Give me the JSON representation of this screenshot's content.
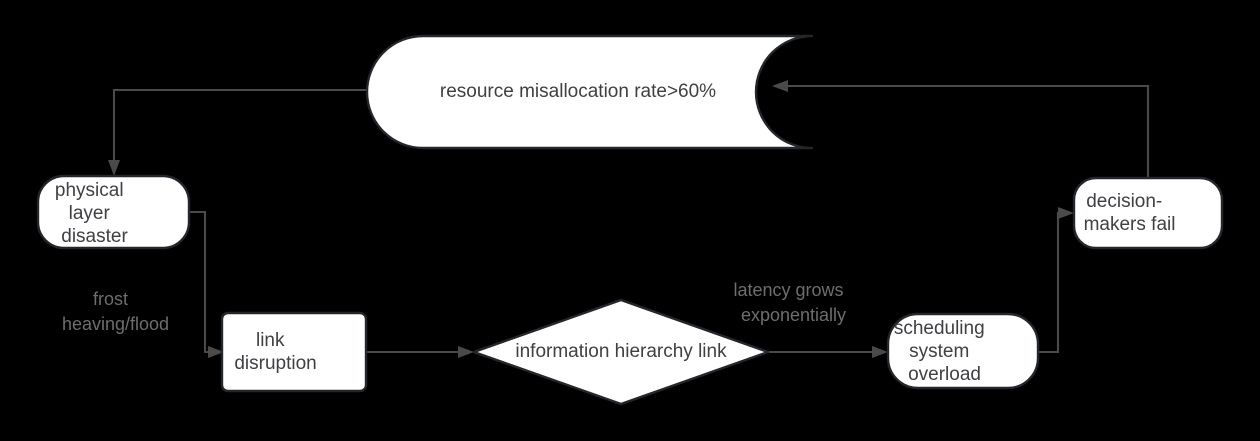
{
  "diagram": {
    "type": "flowchart",
    "title": "",
    "background_color": "#000000",
    "node_fill": "#ffffff",
    "node_stroke": "#23272b",
    "node_text_color": "#3f4043",
    "edge_color": "#4a4a4a",
    "edge_label_color": "#6e6e6e",
    "nodes": [
      {
        "id": "resource",
        "shape": "stadium-concave-right",
        "label": "resource misallocation rate>60%",
        "lines": [
          "resource misallocation rate>60%"
        ]
      },
      {
        "id": "physical",
        "shape": "rounded-rect",
        "label": "physical layer disaster",
        "lines": [
          "physical",
          "layer",
          "disaster"
        ]
      },
      {
        "id": "link",
        "shape": "rect",
        "label": "link disruption",
        "lines": [
          "link",
          "disruption"
        ]
      },
      {
        "id": "hierarchy",
        "shape": "diamond",
        "label": "information hierarchy link",
        "lines": [
          "information hierarchy link"
        ]
      },
      {
        "id": "scheduling",
        "shape": "rounded-rect",
        "label": "scheduling system overload",
        "lines": [
          "scheduling",
          "system",
          "overload"
        ]
      },
      {
        "id": "decision",
        "shape": "rounded-rect",
        "label": "decision-makers fail",
        "lines": [
          "decision-",
          "makers fail"
        ]
      }
    ],
    "edges": [
      {
        "id": "e1",
        "from": "resource",
        "to": "physical",
        "label": ""
      },
      {
        "id": "e2",
        "from": "physical",
        "to": "link",
        "label": "frost heaving/flood",
        "label_lines": [
          "frost",
          "heaving/flood"
        ]
      },
      {
        "id": "e3",
        "from": "link",
        "to": "hierarchy",
        "label": ""
      },
      {
        "id": "e4",
        "from": "hierarchy",
        "to": "scheduling",
        "label": "latency grows exponentially",
        "label_lines": [
          "latency grows",
          "exponentially"
        ]
      },
      {
        "id": "e5",
        "from": "scheduling",
        "to": "decision",
        "label": ""
      },
      {
        "id": "e6",
        "from": "decision",
        "to": "resource",
        "label": ""
      }
    ]
  }
}
